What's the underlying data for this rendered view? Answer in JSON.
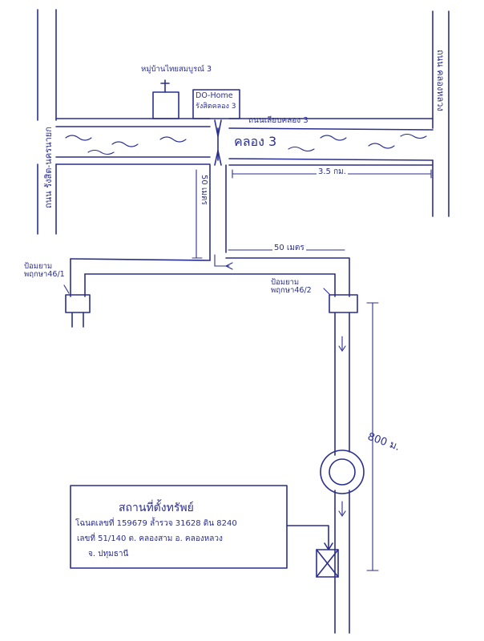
{
  "diagram": {
    "roads": {
      "left_road": "ถนน รังสิต-นครนายก",
      "right_road": "ถนน คลองหลวง",
      "canal_road": "ถนนเลียบคลอง 3",
      "canal_label": "คลอง 3"
    },
    "landmarks": {
      "village_sign": "หมู่บ้านไทยสมบูรณ์ 3",
      "shop_name": "DO-Home",
      "shop_branch": "รังสิตคลอง 3"
    },
    "distances": {
      "right_segment": "3.5 กม.",
      "down_segment": "50 เมตร",
      "across_segment": "50 เมตร",
      "long_segment": "800 ม."
    },
    "gates": {
      "left_gate": "ป้อมยาม พฤกษา46/1",
      "right_gate": "ป้อมยาม พฤกษา46/2"
    },
    "location_box": {
      "title": "สถานที่ตั้งทรัพย์",
      "line1": "โฉนดเลขที่ 159679 ล้ำรวจ 31628 ดิน 8240",
      "line2": "เลขที่ 51/140 ต. คลองสาม อ. คลองหลวง",
      "line3": "จ. ปทุมธานี"
    }
  }
}
